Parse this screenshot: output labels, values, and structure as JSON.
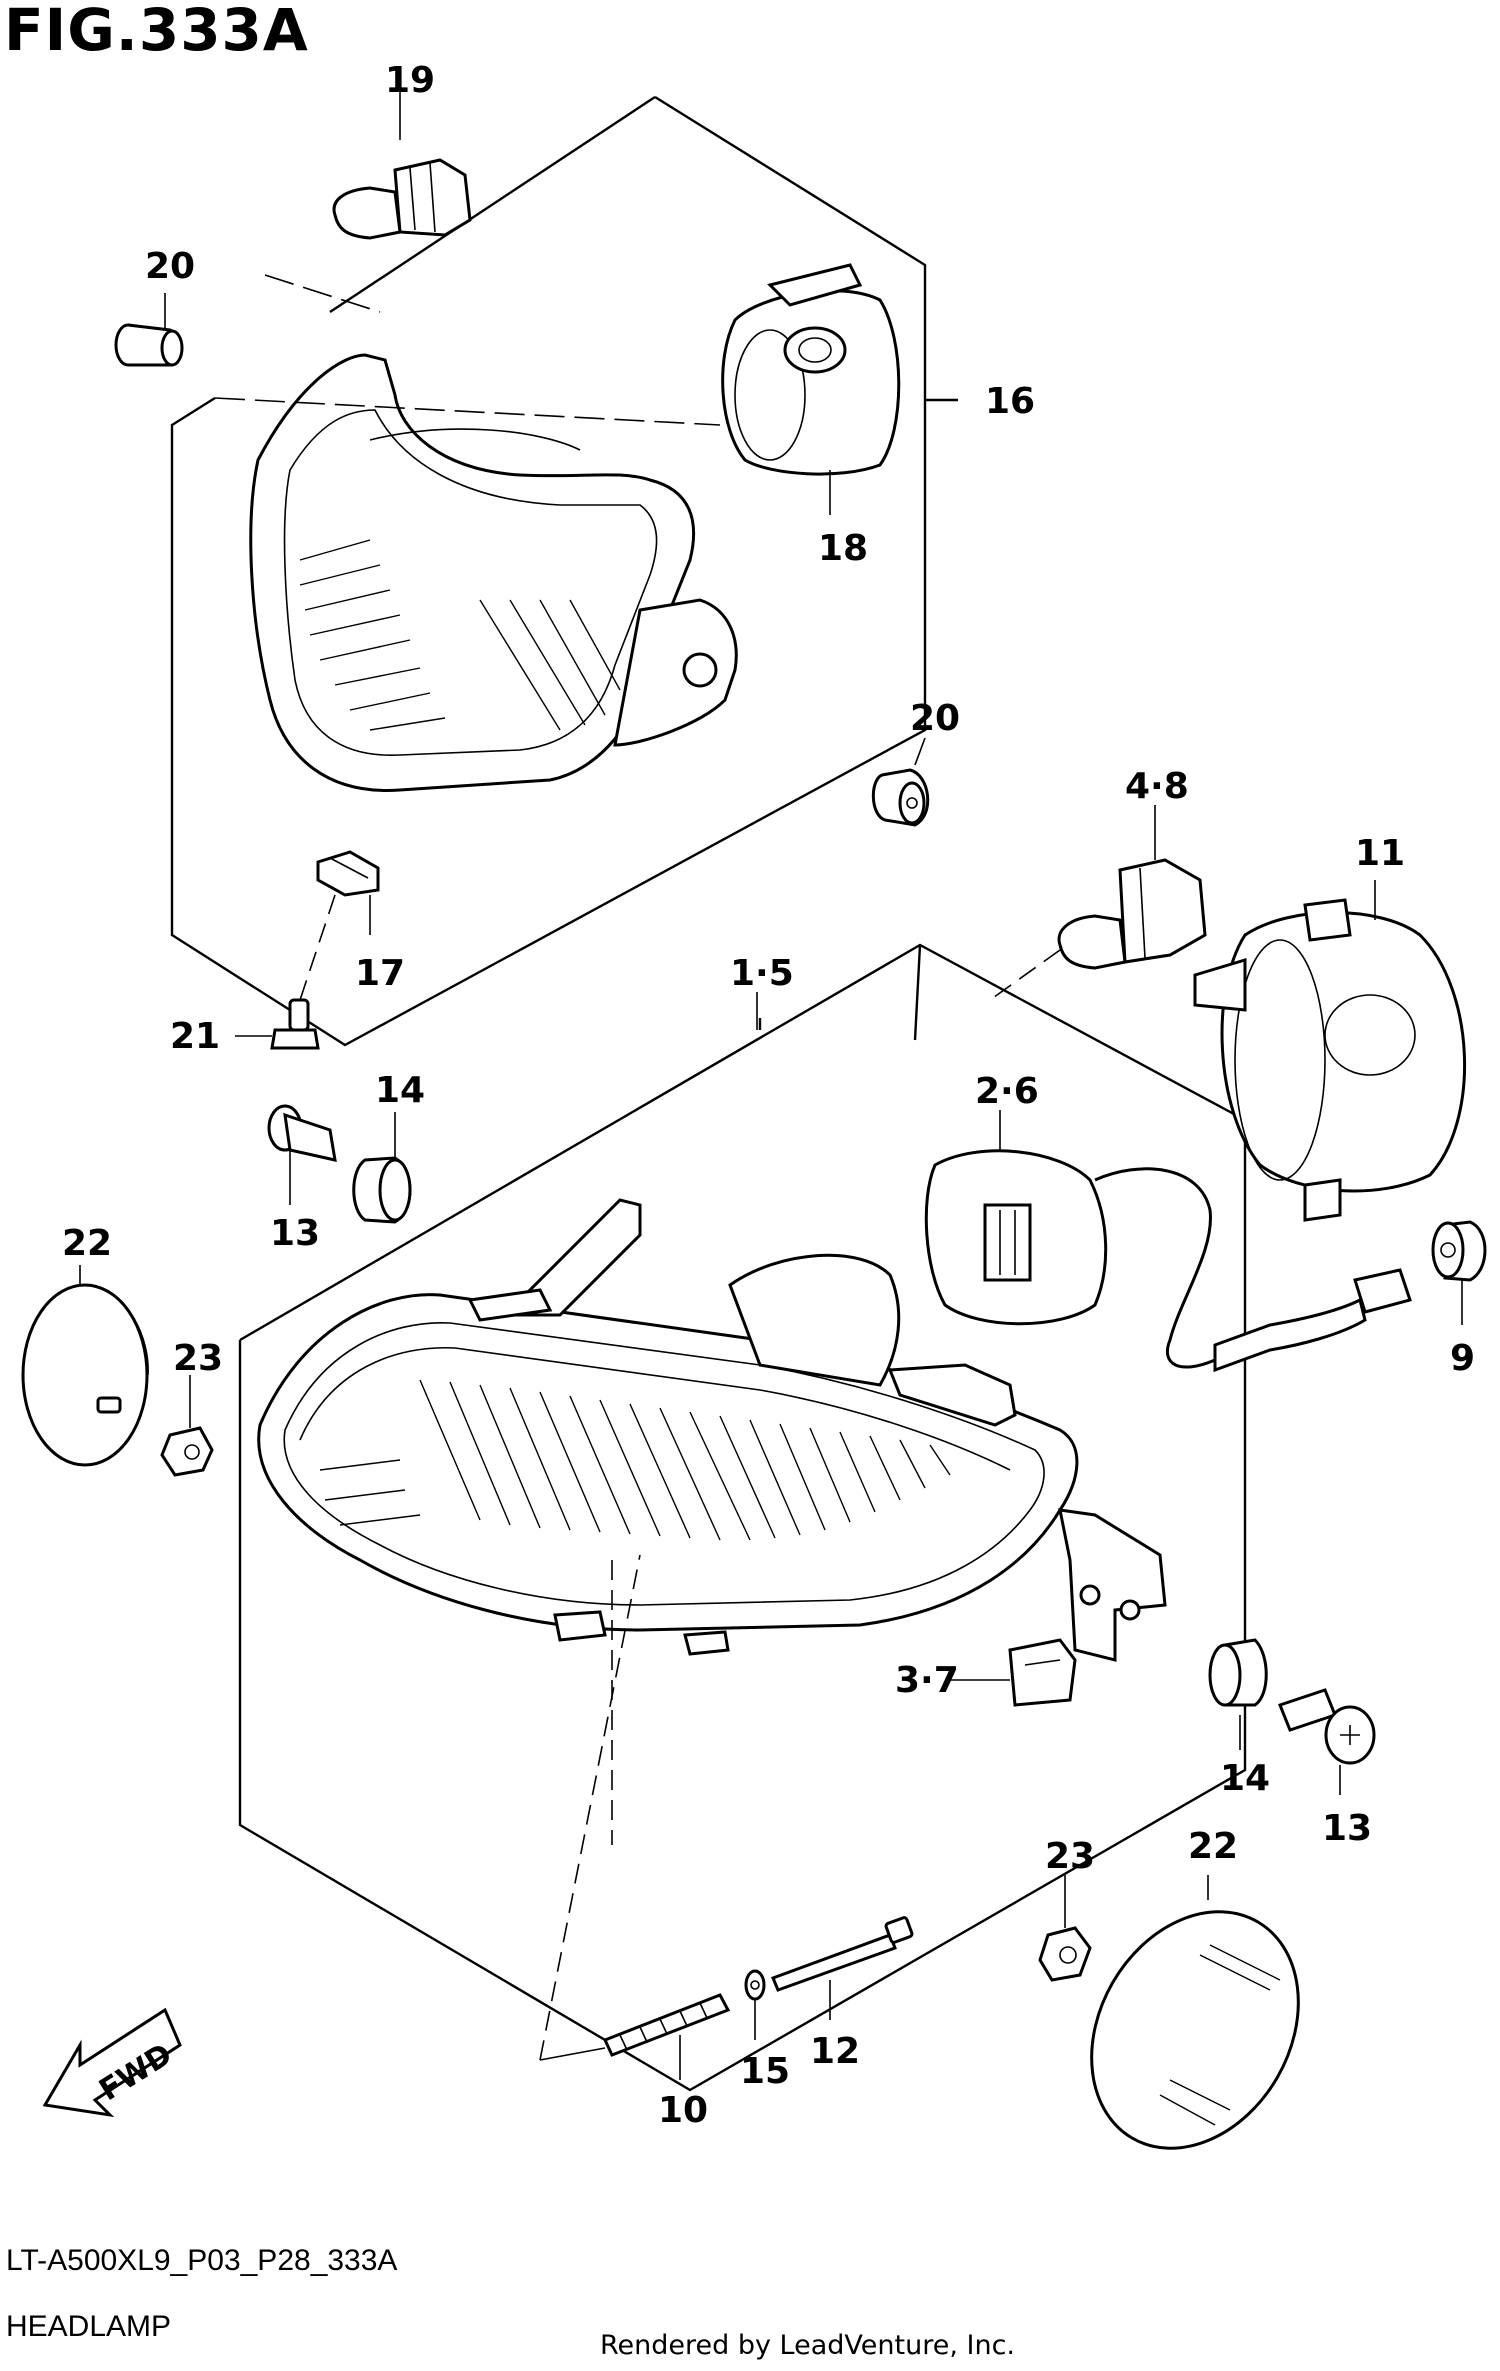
{
  "figure": {
    "title": "FIG.333A",
    "code": "LT-A500XL9_P03_P28_333A",
    "name": "HEADLAMP",
    "credit": "Rendered by LeadVenture, Inc."
  },
  "callouts": {
    "c19": "19",
    "c20a": "20",
    "c16": "16",
    "c18": "18",
    "c20b": "20",
    "c17": "17",
    "c21": "21",
    "c48": "4·8",
    "c11": "11",
    "c15a": "1·5",
    "c14a": "14",
    "c26": "2·6",
    "c13a": "13",
    "c22a": "22",
    "c23a": "23",
    "c9": "9",
    "c37": "3·7",
    "c14b": "14",
    "c13b": "13",
    "c23b": "23",
    "c22b": "22",
    "c12": "12",
    "c15b": "15",
    "c10": "10"
  },
  "fwd_label": "FWD"
}
